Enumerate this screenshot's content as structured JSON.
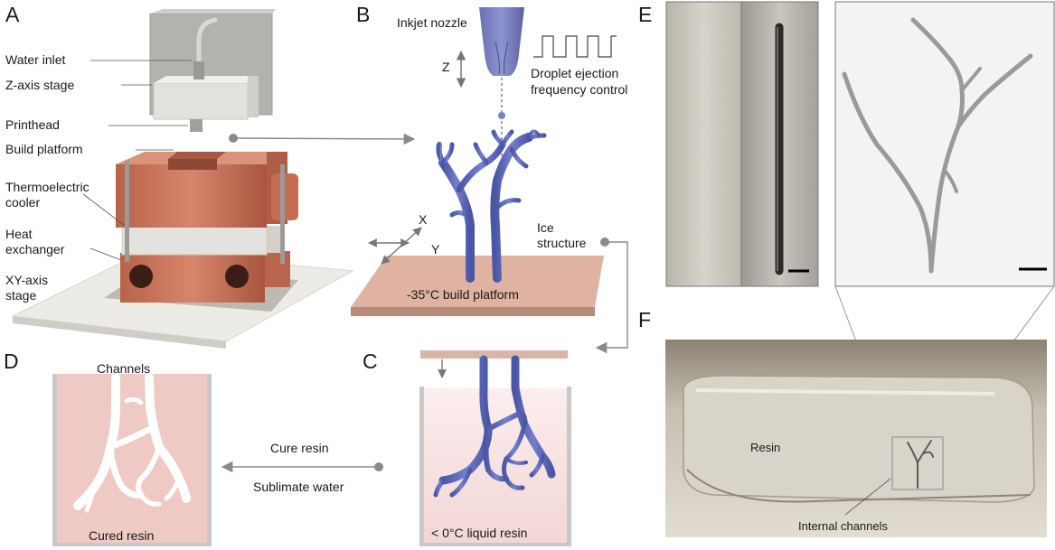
{
  "panel_letters": {
    "a": "A",
    "b": "B",
    "c": "C",
    "d": "D",
    "e": "E",
    "f": "F"
  },
  "panel_a": {
    "water_inlet": "Water inlet",
    "z_axis_stage": "Z-axis stage",
    "printhead": "Printhead",
    "build_platform": "Build platform",
    "thermoelectric_cooler_1": "Thermoelectric",
    "thermoelectric_cooler_2": "cooler",
    "heat_exchanger_1": "Heat",
    "heat_exchanger_2": "exchanger",
    "xy_axis_stage_1": "XY-axis",
    "xy_axis_stage_2": "stage"
  },
  "panel_b": {
    "inkjet_nozzle": "Inkjet nozzle",
    "z_label": "Z",
    "droplet_1": "Droplet ejection",
    "droplet_2": "frequency control",
    "x_label": "X",
    "y_label": "Y",
    "ice_1": "Ice",
    "ice_2": "structure",
    "platform_temp": "-35°C build platform"
  },
  "panel_c": {
    "liquid_resin": "< 0°C liquid resin"
  },
  "panel_d": {
    "channels": "Channels",
    "cured_resin": "Cured resin"
  },
  "process": {
    "cure": "Cure resin",
    "sublimate": "Sublimate water"
  },
  "panel_f": {
    "resin": "Resin",
    "internal_channels": "Internal channels"
  },
  "colors": {
    "copper": "#c8735a",
    "ice_blue": "#5b66b8",
    "resin_pink": "#f3d9d6",
    "cured_pink": "#efc9c4",
    "arrow_gray": "#8a8a8a",
    "platform": "#d9aa98"
  }
}
